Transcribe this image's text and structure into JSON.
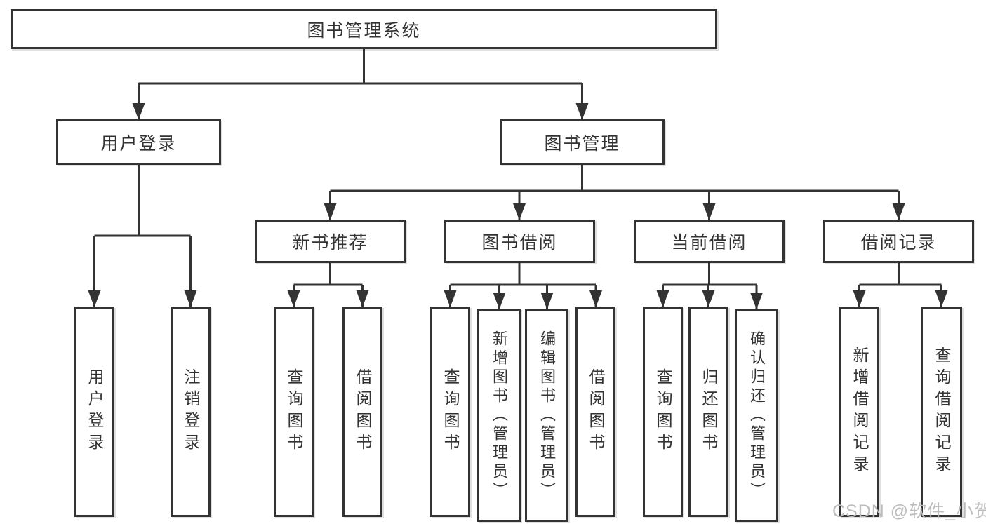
{
  "colors": {
    "line": "#333333",
    "text": "#333333",
    "watermark": "#bdbdbd",
    "background": "#ffffff"
  },
  "nodes": {
    "root": "图书管理系统",
    "level2": [
      "用户登录",
      "图书管理"
    ],
    "level3": [
      "新书推荐",
      "图书借阅",
      "当前借阅",
      "借阅记录"
    ],
    "leaves": {
      "user_login": [
        "用户登录",
        "注销登录"
      ],
      "new_books": [
        "查询图书",
        "借阅图书"
      ],
      "book_borrow": [
        "查询图书",
        "新增图书（管理员）",
        "编辑图书（管理员）",
        "借阅图书"
      ],
      "current_borrow": [
        "查询图书",
        "归还图书",
        "确认归还（管理员）"
      ],
      "borrow_records": [
        "新增借阅记录",
        "查询借阅记录"
      ]
    }
  },
  "watermark": "CSDN @软件_小贺同学"
}
